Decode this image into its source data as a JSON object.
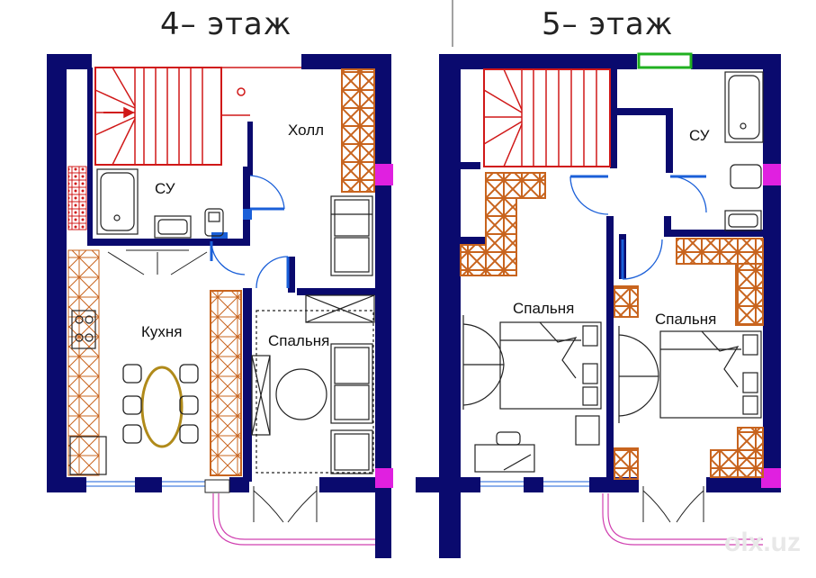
{
  "floors": [
    {
      "title": "4–  этаж",
      "rooms": {
        "hall": "Холл",
        "bath": "СУ",
        "kitchen": "Кухня",
        "bedroom": "Спальня"
      }
    },
    {
      "title": "5–  этаж",
      "rooms": {
        "bath": "СУ",
        "bedroom_left": "Спальня",
        "bedroom_right": "Спальня"
      }
    }
  ],
  "watermark": "olx.uz",
  "colors": {
    "wall": "#0a0a6e",
    "stairs": "#d01818",
    "cabinet": "#c8641e",
    "door": "#1a5fd8",
    "furniture": "#222222",
    "table": "#b08a1a",
    "balcony": "#d040b0",
    "column": "#e020e0",
    "vent": "#20b020"
  }
}
